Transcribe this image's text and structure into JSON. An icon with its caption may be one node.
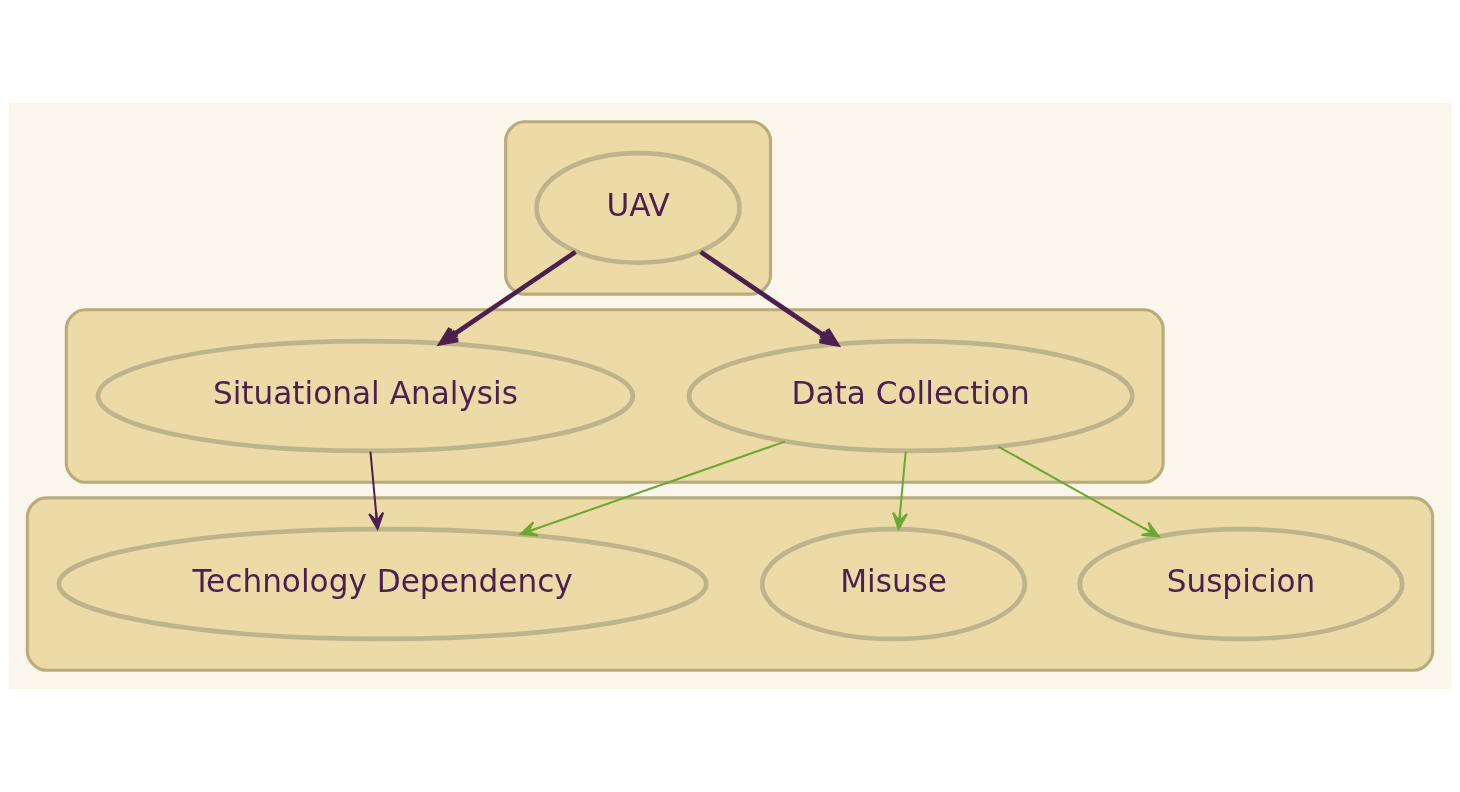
{
  "diagram": {
    "nodes": [
      {
        "text": [],
        "shape": "box"
      },
      {
        "text": [
          "UAV"
        ],
        "in": 0
      },
      {
        "text": [],
        "shape": "box"
      },
      {
        "text": [
          "Data Collection"
        ],
        "in": 2
      },
      {
        "text": [
          "Situational Analysis"
        ],
        "in": 2
      },
      {
        "text": [],
        "shape": "box"
      },
      {
        "text": [
          "Misuse"
        ],
        "in": 5
      },
      {
        "text": [
          "Technology Dependency"
        ],
        "in": 5
      },
      {
        "text": [
          "Suspicion"
        ],
        "in": 5
      }
    ],
    "edges": [
      {
        "from": 1,
        "to": 3,
        "arrow": "to",
        "style": "thick",
        "color": "#4b1f4f"
      },
      {
        "from": 1,
        "to": 4,
        "arrow": "to",
        "style": "thick",
        "color": "#4b1f4f"
      },
      {
        "from": 3,
        "to": 6,
        "arrow": "to",
        "color": "#6aa832"
      },
      {
        "from": 3,
        "to": 7,
        "arrow": "to",
        "color": "#6aa832"
      },
      {
        "from": 3,
        "to": 8,
        "arrow": "to",
        "color": "#6aa832"
      },
      {
        "from": 4,
        "to": 7,
        "arrow": "to",
        "color": "#4b1f4f"
      }
    ]
  }
}
